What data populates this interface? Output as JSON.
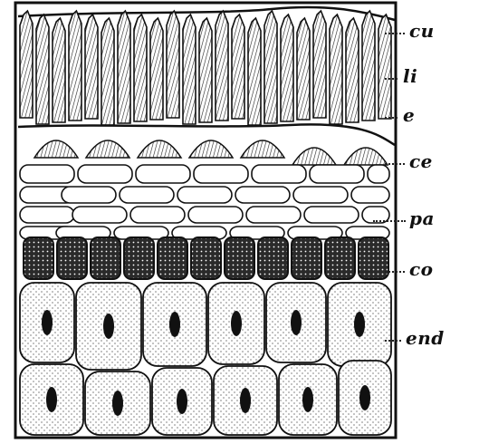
{
  "figure": {
    "labels": {
      "cu": "cu",
      "li": "li",
      "e": "e",
      "ce": "ce",
      "pa": "pa",
      "co": "co",
      "end": "end"
    },
    "colors": {
      "ink": "#111111",
      "paper": "#ffffff"
    }
  }
}
